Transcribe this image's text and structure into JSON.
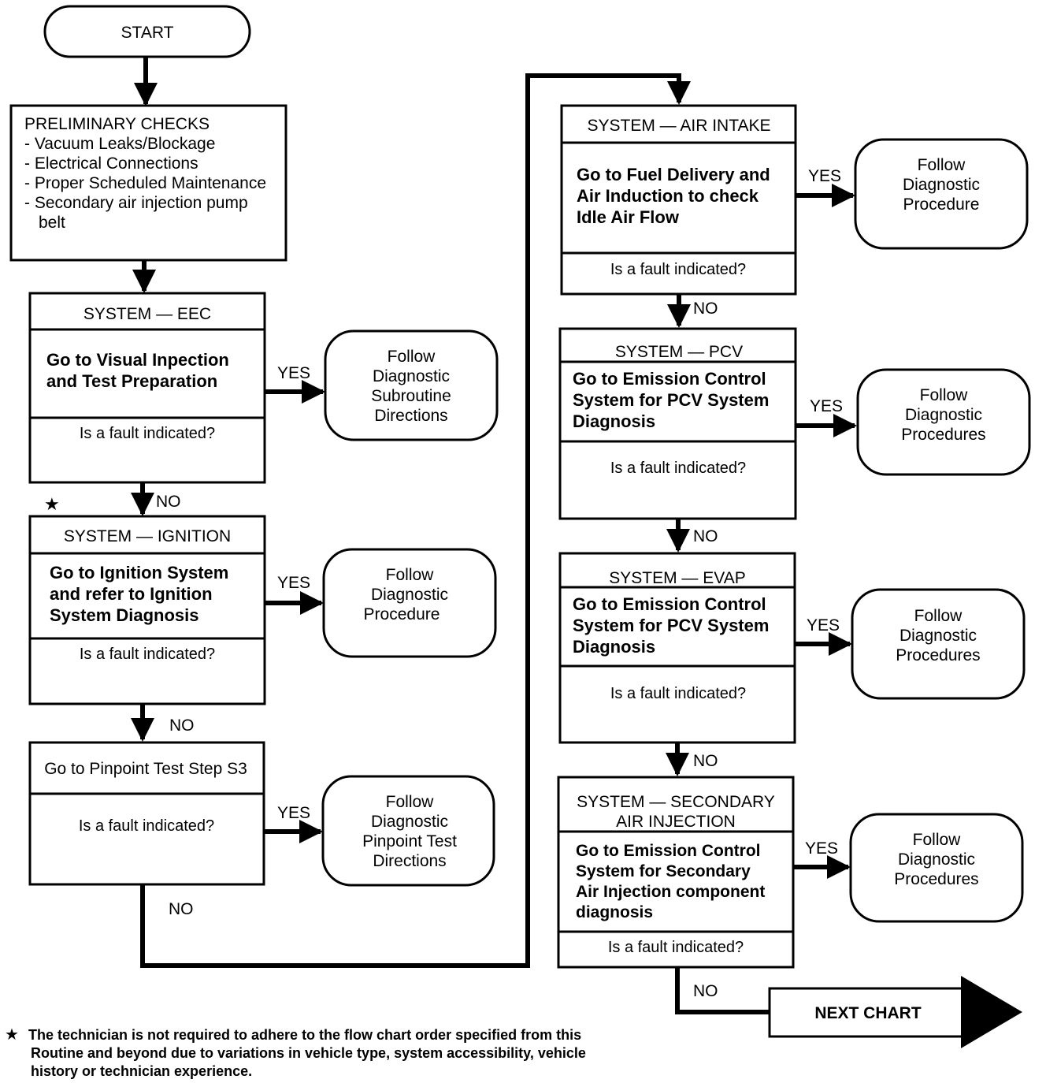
{
  "start": "START",
  "preliminary": {
    "title": "PRELIMINARY CHECKS",
    "items": [
      "- Vacuum Leaks/Blockage",
      "- Electrical Connections",
      "- Proper Scheduled Maintenance",
      "- Secondary air injection pump",
      "belt"
    ]
  },
  "eec": {
    "header": "SYSTEM — EEC",
    "body": [
      "Go to Visual Inpection",
      "and Test Preparation"
    ],
    "question": "Is a fault indicated?",
    "follow": [
      "Follow",
      "Diagnostic",
      "Subroutine",
      "Directions"
    ]
  },
  "ignition": {
    "header": "SYSTEM — IGNITION",
    "body": [
      "Go to Ignition System",
      "and refer to Ignition",
      "System Diagnosis"
    ],
    "question": "Is a fault indicated?",
    "follow": [
      "Follow",
      "Diagnostic",
      "Procedure"
    ]
  },
  "pinpoint": {
    "header": "Go to  Pinpoint Test Step S3",
    "question": "Is a fault indicated?",
    "follow": [
      "Follow",
      "Diagnostic",
      "Pinpoint Test",
      "Directions"
    ]
  },
  "air_intake": {
    "header": "SYSTEM — AIR INTAKE",
    "body": [
      "Go to Fuel Delivery and",
      "Air Induction to check",
      "Idle Air Flow"
    ],
    "question": "Is a fault indicated?",
    "follow": [
      "Follow",
      "Diagnostic",
      "Procedure"
    ]
  },
  "pcv": {
    "header": "SYSTEM — PCV",
    "body": [
      "Go to Emission Control",
      "System for PCV System",
      "Diagnosis"
    ],
    "question": "Is a fault indicated?",
    "follow": [
      "Follow",
      "Diagnostic",
      "Procedures"
    ]
  },
  "evap": {
    "header": "SYSTEM — EVAP",
    "body": [
      "Go to Emission Control",
      "System for PCV System",
      "Diagnosis"
    ],
    "question": "Is a fault indicated?",
    "follow": [
      "Follow",
      "Diagnostic",
      "Procedures"
    ]
  },
  "secondary": {
    "header": [
      "SYSTEM — SECONDARY",
      "AIR INJECTION"
    ],
    "body": [
      "Go to Emission Control",
      "System for Secondary",
      "Air Injection component",
      "diagnosis"
    ],
    "question": "Is a fault indicated?",
    "follow": [
      "Follow",
      "Diagnostic",
      "Procedures"
    ]
  },
  "labels": {
    "yes": "YES",
    "no": "NO"
  },
  "next_chart": "NEXT CHART",
  "star": "★",
  "footnote": [
    "The technician is not required to adhere to the flow chart order specified from this",
    "Routine and beyond due to variations in vehicle type, system accessibility, vehicle",
    "history or technician experience."
  ]
}
